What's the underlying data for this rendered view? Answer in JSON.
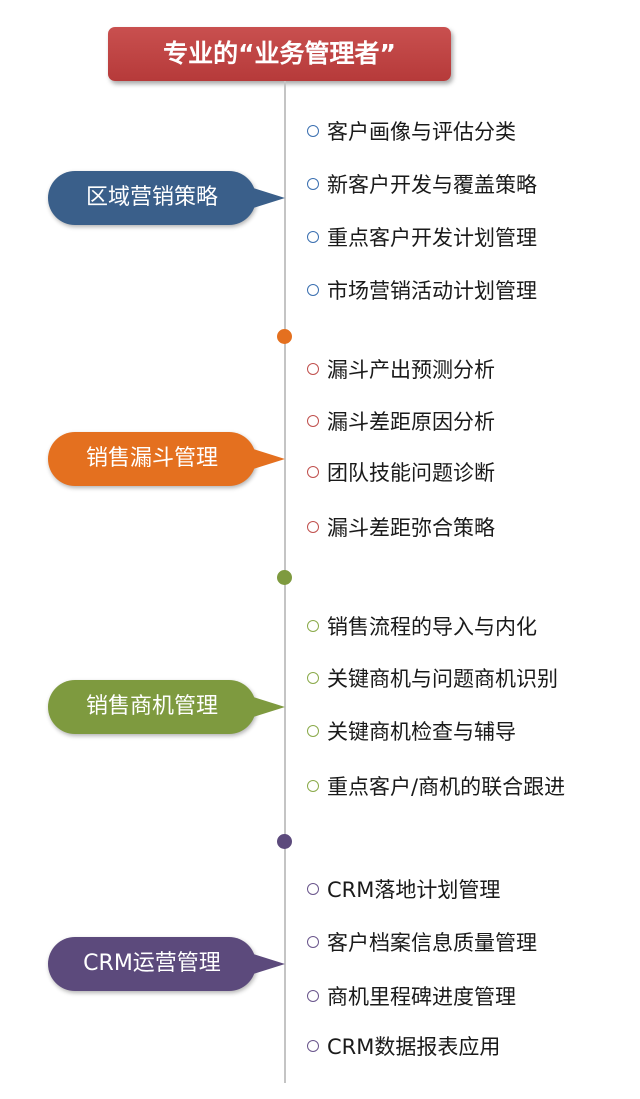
{
  "title": "专业的“业务管理者”",
  "sections": [
    {
      "label": "区域营销策略",
      "color": "#3a5f8a",
      "items": [
        "客户画像与评估分类",
        "新客户开发与覆盖策略",
        "重点客户开发计划管理",
        "市场营销活动计划管理"
      ]
    },
    {
      "label": "销售漏斗管理",
      "color": "#e4701f",
      "items": [
        "漏斗产出预测分析",
        "漏斗差距原因分析",
        "团队技能问题诊断",
        "漏斗差距弥合策略"
      ]
    },
    {
      "label": "销售商机管理",
      "color": "#7e9a3f",
      "items": [
        "销售流程的导入与内化",
        "关键商机与问题商机识别",
        "关键商机检查与辅导",
        "重点客户/商机的联合跟进"
      ]
    },
    {
      "label": "CRM运营管理",
      "color": "#5c4a7c",
      "items": [
        "CRM落地计划管理",
        "客户档案信息质量管理",
        "商机里程碑进度管理",
        "CRM数据报表应用"
      ]
    }
  ],
  "bullet_colors": [
    "#3a6fb0",
    "#c0504d",
    "#8aaa4a",
    "#6a568c"
  ]
}
